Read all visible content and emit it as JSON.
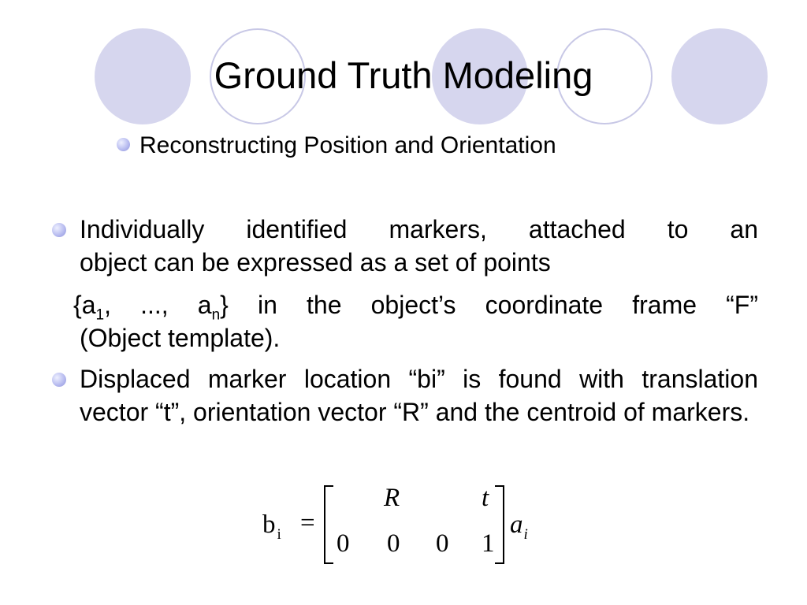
{
  "slide": {
    "title": "Ground Truth Modeling",
    "subbullet": "Reconstructing Position and Orientation",
    "bullet1": {
      "line1": "Individually identified markers, attached to an",
      "line2": "object can be expressed as a set of points"
    },
    "para": {
      "open_a": "{a",
      "sub1": "1",
      "mid": ", ..., a",
      "subn": "n",
      "rest": "} in the object’s coordinate frame “F”",
      "line2": "(Object template)."
    },
    "bullet2": "Displaced marker location “bi” is found with translation vector “t”, orientation vector “R” and the centroid of markers.",
    "equation": {
      "lhs": "b",
      "lhs_sub": "i",
      "equals": "=",
      "matrix_R": "R",
      "matrix_t": "t",
      "row2": [
        "0",
        "0",
        "0",
        "1"
      ],
      "rhs": "a",
      "rhs_sub": "i"
    },
    "colors": {
      "circle_fill": "#d6d6ee",
      "circle_outline": "#c8c8e6",
      "bullet": "#b9bdf0"
    }
  }
}
